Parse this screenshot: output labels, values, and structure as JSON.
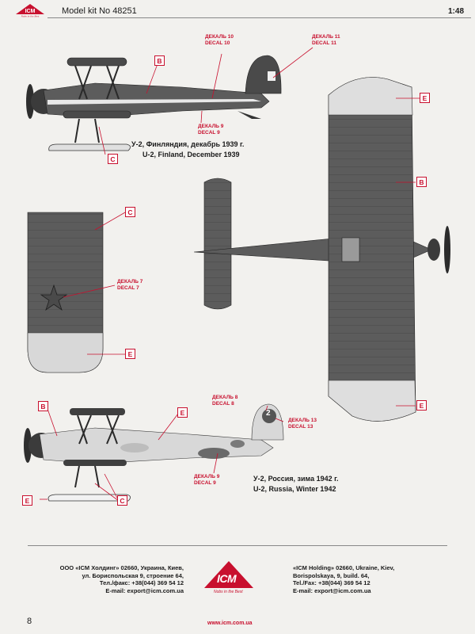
{
  "header": {
    "model_kit": "Model kit No 48251",
    "scale": "1:48"
  },
  "callouts": {
    "decal10": [
      "ДЕКАЛЬ 10",
      "DECAL 10"
    ],
    "decal11": [
      "ДЕКАЛЬ 11",
      "DECAL 11"
    ],
    "decal9_top": [
      "ДЕКАЛЬ 9",
      "DECAL 9"
    ],
    "decal7": [
      "ДЕКАЛЬ 7",
      "DECAL 7"
    ],
    "decal8": [
      "ДЕКАЛЬ 8",
      "DECAL 8"
    ],
    "decal13": [
      "ДЕКАЛЬ 13",
      "DECAL 13"
    ],
    "decal9_bottom": [
      "ДЕКАЛЬ 9",
      "DECAL 9"
    ]
  },
  "badges": {
    "b": "B",
    "c": "C",
    "e": "E"
  },
  "captions": {
    "finland_ru": "У-2, Финляндия, декабрь 1939 г.",
    "finland_en": "U-2, Finland, December 1939",
    "russia_ru": "У-2, Россия, зима 1942 г.",
    "russia_en": "U-2, Russia, Winter 1942"
  },
  "fuselage_numeral": "2",
  "footer": {
    "left": [
      "ООО «ICM Холдинг» 02660, Украина, Киев,",
      "ул. Бориспольская 9, строение 64,",
      "Тел./факс: +38(044) 369 54 12",
      "E-mail: export@icm.com.ua"
    ],
    "right": [
      "«ICM Holding» 02660, Ukraine, Kiev,",
      "Borispolskaya, 9, build. 64,",
      "Tel./Fax: +38(044) 369 54 12",
      "E-mail: export@icm.com.ua"
    ],
    "logo": "ICM",
    "slogan": "Nobs in the Best",
    "url": "www.icm.com.ua",
    "page_number": "8"
  },
  "colors": {
    "accent": "#c8102e",
    "aircraft_dark": "#5a5a5a",
    "aircraft_light": "#d4d4d4"
  }
}
